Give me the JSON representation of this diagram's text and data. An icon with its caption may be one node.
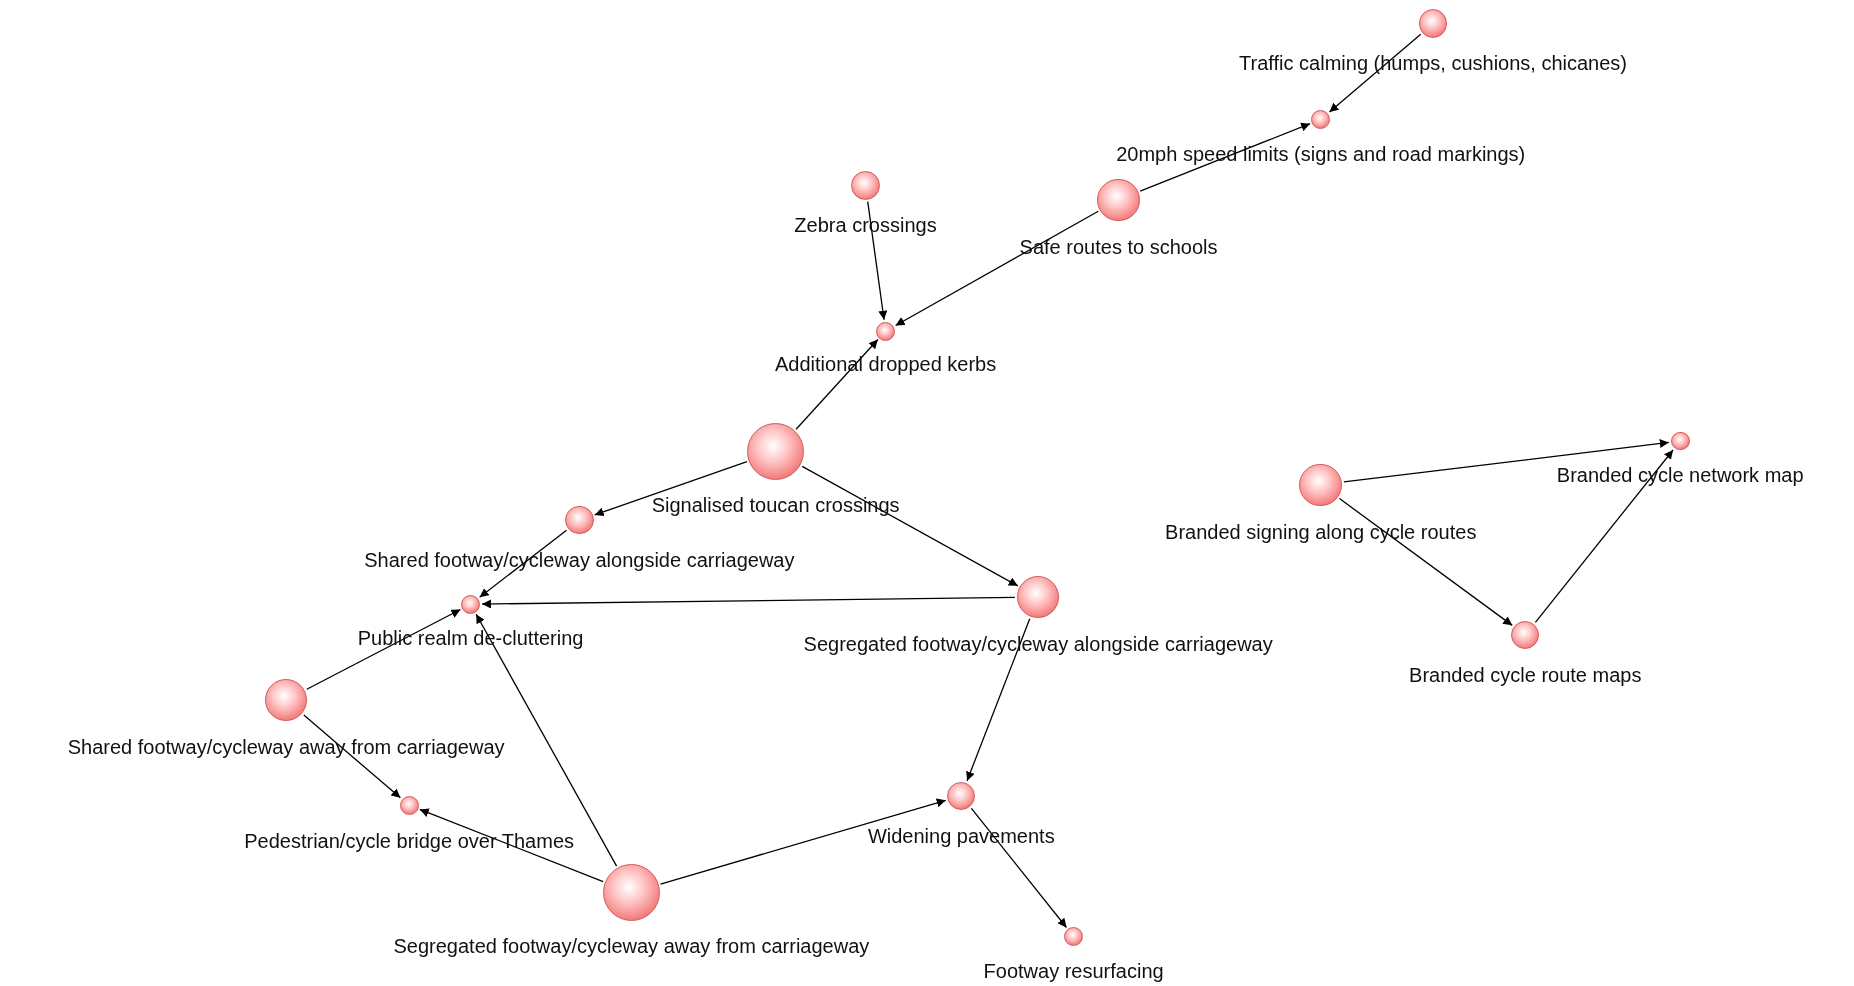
{
  "diagram": {
    "nodes": [
      {
        "text": [
          "Traffic calming (humps, cushions, chicanes)"
        ]
      },
      {
        "text": [
          "20mph speed limits (signs and road markings)"
        ]
      },
      {
        "text": [
          "Zebra crossings"
        ]
      },
      {
        "text": [
          "Safe routes to schools"
        ]
      },
      {
        "text": [
          "Additional dropped kerbs"
        ]
      },
      {
        "text": [
          "Signalised toucan crossings"
        ]
      },
      {
        "text": [
          "Shared footway/cycleway alongside carriageway"
        ]
      },
      {
        "text": [
          "Branded signing along cycle routes"
        ]
      },
      {
        "text": [
          "Branded cycle network map"
        ]
      },
      {
        "text": [
          "Public realm de-cluttering"
        ]
      },
      {
        "text": [
          "Segregated footway/cycleway alongside carriageway"
        ]
      },
      {
        "text": [
          "Branded cycle route maps"
        ]
      },
      {
        "text": [
          "Shared footway/cycleway away from carriageway"
        ]
      },
      {
        "text": [
          "Pedestrian/cycle bridge over Thames"
        ]
      },
      {
        "text": [
          "Widening pavements"
        ]
      },
      {
        "text": [
          "Segregated footway/cycleway away from carriageway"
        ]
      },
      {
        "text": [
          "Footway resurfacing"
        ]
      }
    ],
    "edges": [
      {
        "from": 0,
        "to": 1,
        "arrow": "to"
      },
      {
        "from": 3,
        "to": 1,
        "arrow": "to"
      },
      {
        "from": 3,
        "to": 4,
        "arrow": "to"
      },
      {
        "from": 2,
        "to": 4,
        "arrow": "to"
      },
      {
        "from": 5,
        "to": 4,
        "arrow": "to"
      },
      {
        "from": 5,
        "to": 6,
        "arrow": "to"
      },
      {
        "from": 5,
        "to": 10,
        "arrow": "to"
      },
      {
        "from": 6,
        "to": 9,
        "arrow": "to"
      },
      {
        "from": 10,
        "to": 9,
        "arrow": "to"
      },
      {
        "from": 12,
        "to": 9,
        "arrow": "to"
      },
      {
        "from": 12,
        "to": 13,
        "arrow": "to"
      },
      {
        "from": 15,
        "to": 13,
        "arrow": "to"
      },
      {
        "from": 15,
        "to": 9,
        "arrow": "to"
      },
      {
        "from": 15,
        "to": 14,
        "arrow": "to"
      },
      {
        "from": 10,
        "to": 14,
        "arrow": "to"
      },
      {
        "from": 14,
        "to": 16,
        "arrow": "to"
      },
      {
        "from": 7,
        "to": 8,
        "arrow": "to"
      },
      {
        "from": 7,
        "to": 11,
        "arrow": "to"
      },
      {
        "from": 11,
        "to": 8,
        "arrow": "to"
      }
    ]
  }
}
